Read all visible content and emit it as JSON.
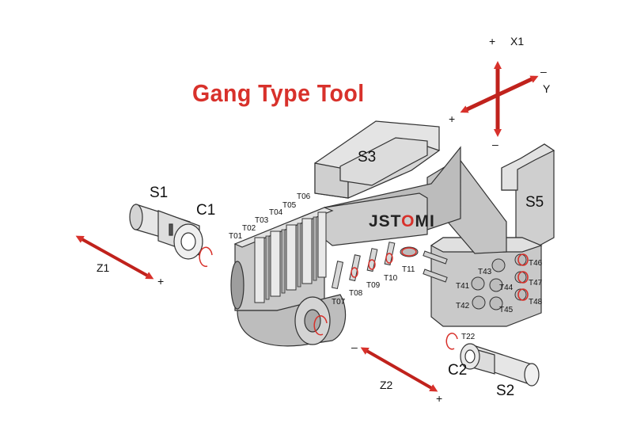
{
  "title": "Gang Type Tool",
  "brand": {
    "prefix": "JST",
    "accent": "O",
    "suffix": "MI"
  },
  "axes": {
    "x1": {
      "name": "X1",
      "plus": "+",
      "minus": "–"
    },
    "y": {
      "name": "Y",
      "plus": "+",
      "minus": "–"
    },
    "z1": {
      "name": "Z1",
      "plus": "+"
    },
    "z2": {
      "name": "Z2",
      "plus": "+",
      "minus": "–"
    }
  },
  "components": {
    "s1": "S1",
    "c1": "C1",
    "s2": "S2",
    "c2": "C2",
    "s3": "S3",
    "s5": "S5"
  },
  "tools": [
    {
      "id": "t01",
      "label": "T01"
    },
    {
      "id": "t02",
      "label": "T02"
    },
    {
      "id": "t03",
      "label": "T03"
    },
    {
      "id": "t04",
      "label": "T04"
    },
    {
      "id": "t05",
      "label": "T05"
    },
    {
      "id": "t06",
      "label": "T06"
    },
    {
      "id": "t07",
      "label": "T07"
    },
    {
      "id": "t08",
      "label": "T08"
    },
    {
      "id": "t09",
      "label": "T09"
    },
    {
      "id": "t10",
      "label": "T10"
    },
    {
      "id": "t11",
      "label": "T11"
    },
    {
      "id": "t22",
      "label": "T22"
    },
    {
      "id": "t41",
      "label": "T41"
    },
    {
      "id": "t42",
      "label": "T42"
    },
    {
      "id": "t43",
      "label": "T43"
    },
    {
      "id": "t44",
      "label": "T44"
    },
    {
      "id": "t45",
      "label": "T45"
    },
    {
      "id": "t46",
      "label": "T46"
    },
    {
      "id": "t47",
      "label": "T47"
    },
    {
      "id": "t48",
      "label": "T48"
    }
  ],
  "colors": {
    "accent": "#d8312b",
    "body": "#c9c9c9",
    "body_light": "#dedede",
    "body_dark": "#a6a6a6",
    "outline": "#333333"
  }
}
